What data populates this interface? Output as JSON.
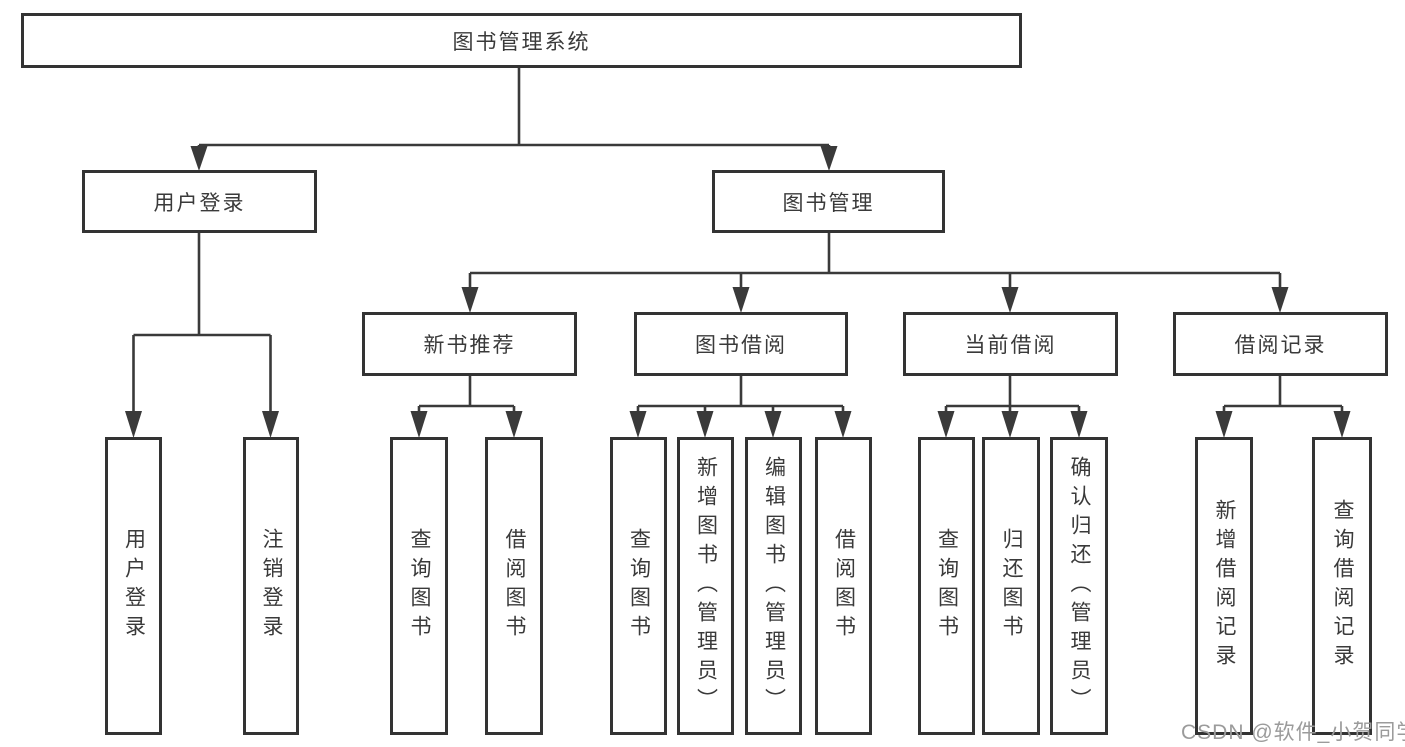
{
  "diagram": {
    "root": {
      "label": "图书管理系统"
    },
    "level2": [
      {
        "label": "用户登录",
        "parent": "图书管理系统"
      },
      {
        "label": "图书管理",
        "parent": "图书管理系统"
      }
    ],
    "level3": [
      {
        "label": "新书推荐",
        "parent": "图书管理"
      },
      {
        "label": "图书借阅",
        "parent": "图书管理"
      },
      {
        "label": "当前借阅",
        "parent": "图书管理"
      },
      {
        "label": "借阅记录",
        "parent": "图书管理"
      }
    ],
    "leaves": [
      {
        "label": "用户登录",
        "parent": "用户登录"
      },
      {
        "label": "注销登录",
        "parent": "用户登录"
      },
      {
        "label": "查询图书",
        "parent": "新书推荐"
      },
      {
        "label": "借阅图书",
        "parent": "新书推荐"
      },
      {
        "label": "查询图书",
        "parent": "图书借阅"
      },
      {
        "label": "新增图书（管理员）",
        "parent": "图书借阅"
      },
      {
        "label": "编辑图书（管理员）",
        "parent": "图书借阅"
      },
      {
        "label": "借阅图书",
        "parent": "图书借阅"
      },
      {
        "label": "查询图书",
        "parent": "当前借阅"
      },
      {
        "label": "归还图书",
        "parent": "当前借阅"
      },
      {
        "label": "确认归还（管理员）",
        "parent": "当前借阅"
      },
      {
        "label": "新增借阅记录",
        "parent": "借阅记录"
      },
      {
        "label": "查询借阅记录",
        "parent": "借阅记录"
      }
    ],
    "watermark": "CSDN @软件_小贺同学",
    "colors": {
      "line": "#3a3a3a",
      "box_border": "#333333",
      "box_fill": "#ffffff",
      "text": "#3a3a3a",
      "watermark": "#9b9b9b"
    }
  }
}
